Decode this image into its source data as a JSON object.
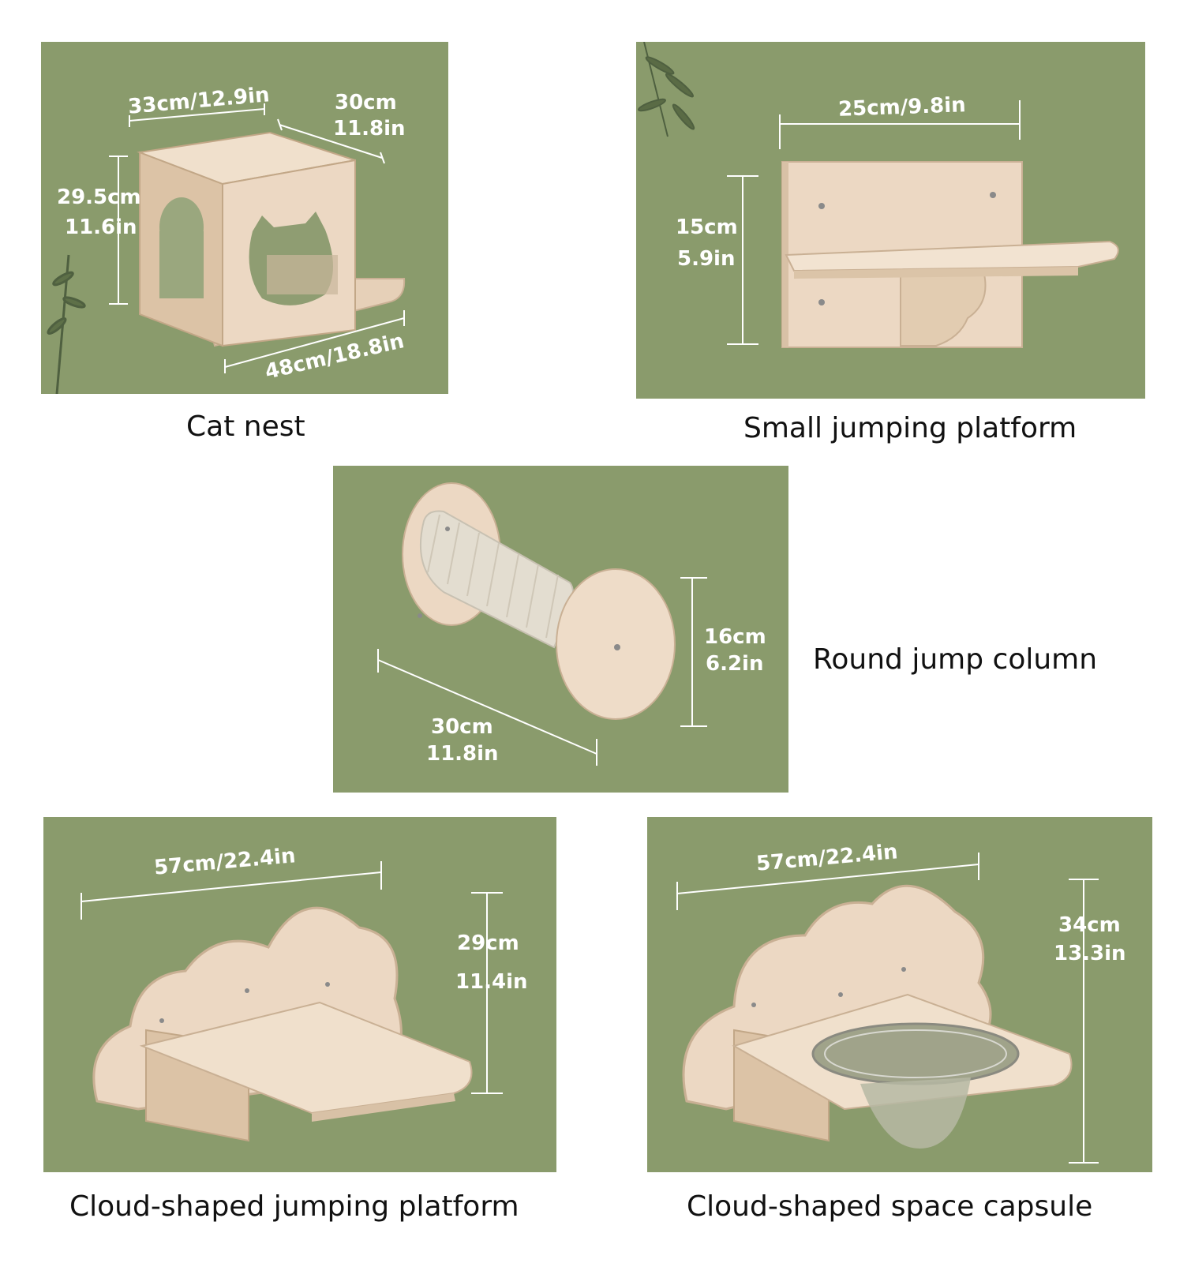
{
  "colors": {
    "wall": "#8a9b6c",
    "wood": "#ecd8c3",
    "wood_edge": "#d4bca2",
    "line": "#ffffff",
    "caption": "#111111"
  },
  "products": {
    "cat_nest": {
      "caption": "Cat nest",
      "width_label": "33cm/12.9in",
      "depth_label_cm": "30cm",
      "depth_label_in": "11.8in",
      "height_label_cm": "29.5cm",
      "height_label_in": "11.6in",
      "base_label": "48cm/18.8in"
    },
    "small_platform": {
      "caption": "Small jumping platform",
      "width_label": "25cm/9.8in",
      "height_label_cm": "15cm",
      "height_label_in": "5.9in"
    },
    "jump_column": {
      "caption": "Round jump column",
      "diameter_label_cm": "16cm",
      "diameter_label_in": "6.2in",
      "length_label_cm": "30cm",
      "length_label_in": "11.8in"
    },
    "cloud_platform": {
      "caption": "Cloud-shaped jumping platform",
      "width_label": "57cm/22.4in",
      "height_label_cm": "29cm",
      "height_label_in": "11.4in"
    },
    "cloud_capsule": {
      "caption": "Cloud-shaped space capsule",
      "width_label": "57cm/22.4in",
      "height_label_cm": "34cm",
      "height_label_in": "13.3in"
    }
  }
}
